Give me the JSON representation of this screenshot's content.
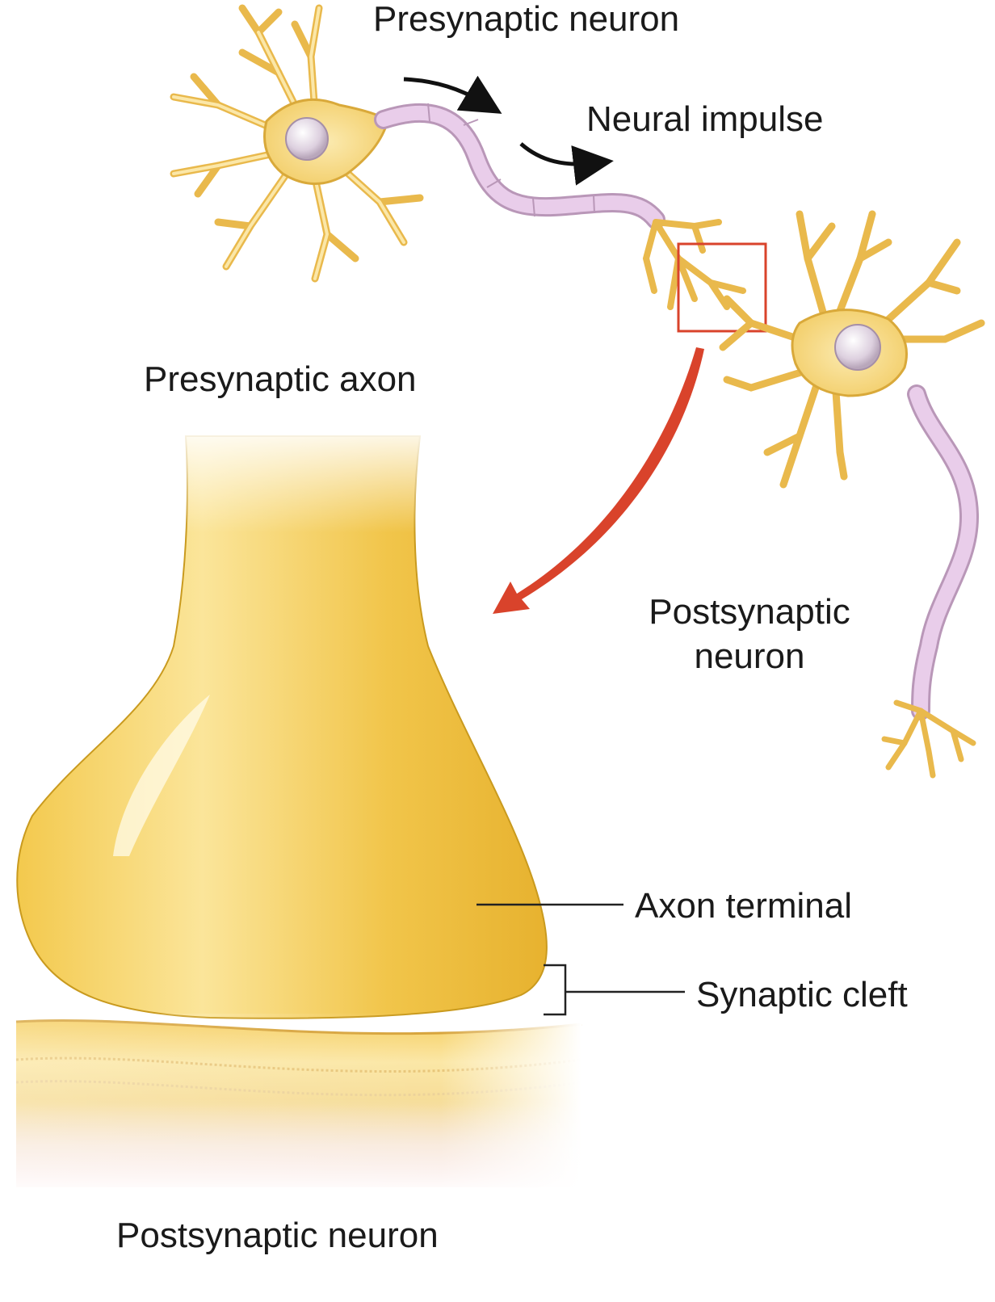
{
  "labels": {
    "presynaptic_neuron": "Presynaptic neuron",
    "neural_impulse": "Neural impulse",
    "presynaptic_axon": "Presynaptic axon",
    "postsynaptic_neuron_right_line1": "Postsynaptic",
    "postsynaptic_neuron_right_line2": "neuron",
    "axon_terminal": "Axon terminal",
    "synaptic_cleft": "Synaptic cleft",
    "postsynaptic_neuron_bottom": "Postsynaptic neuron"
  },
  "colors": {
    "cell_body": "#f6dc8a",
    "cell_outline": "#d9a93a",
    "axon_myelin": "#e6c8e3",
    "axon_outline": "#b997b8",
    "nucleus": "#e8dde8",
    "terminal_fill": "#f0c752",
    "terminal_outline": "#c99a1e",
    "zoom_box": "#d9432b",
    "zoom_arrow": "#d9432b",
    "impulse_arrow": "#111111",
    "membrane_pink": "#f2c9c4"
  }
}
